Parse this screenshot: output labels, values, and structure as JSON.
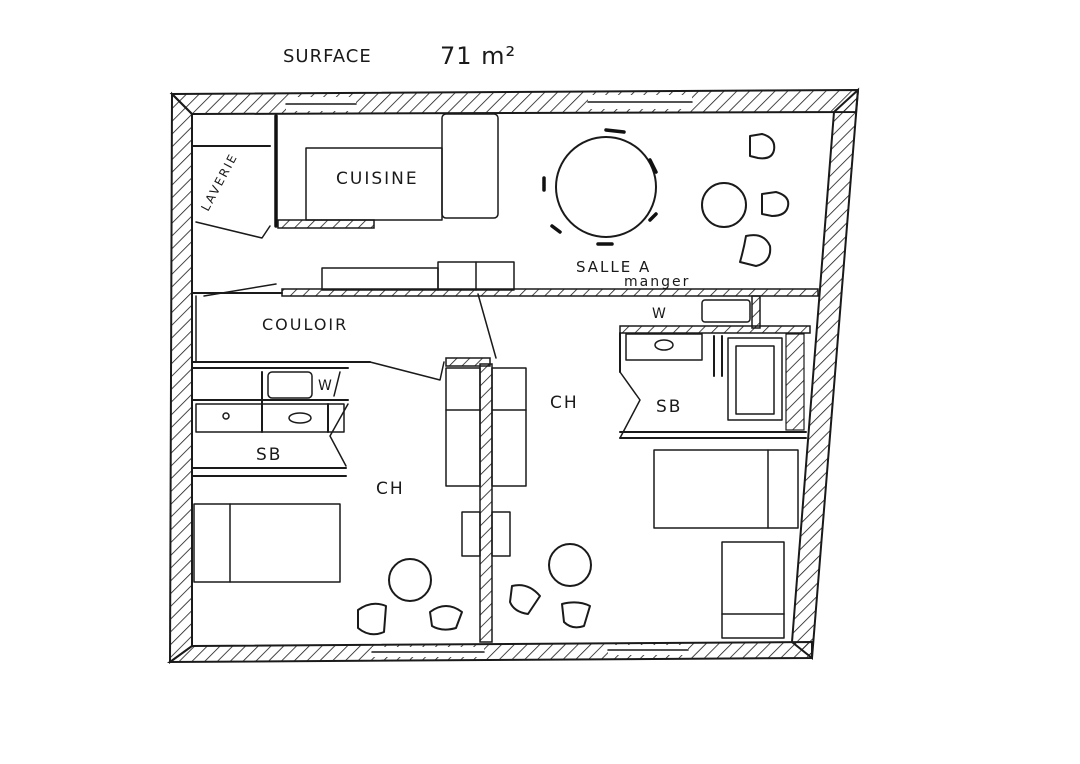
{
  "header": {
    "surface_label": "SURFACE",
    "surface_value": "71 m²"
  },
  "rooms": {
    "laverie": "LAVERIE",
    "cuisine": "CUISINE",
    "salle_line1": "SALLE A",
    "salle_line2": "manger",
    "couloir": "COULOIR",
    "w_left": "W",
    "w_right": "W",
    "sb_left": "SB",
    "sb_right": "SB",
    "ch_left": "CH",
    "ch_right": "CH"
  }
}
